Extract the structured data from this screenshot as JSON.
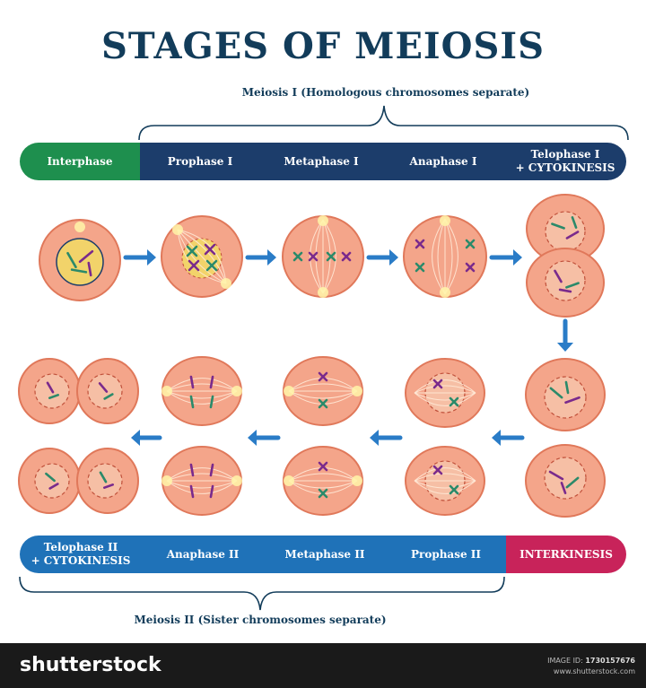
{
  "title": "STAGES OF MEIOSIS",
  "meiosis1_caption": "Meiosis I (Homologous chromosomes separate)",
  "meiosis2_caption": "Meiosis II (Sister chromosomes separate)",
  "band1": {
    "interphase": "Interphase",
    "prophase1": "Prophase I",
    "metaphase1": "Metaphase I",
    "anaphase1": "Anaphase I",
    "telophase1_line1": "Telophase I",
    "telophase1_line2": "+ CYTOKINESIS"
  },
  "band2": {
    "telophase2_line1": "Telophase II",
    "telophase2_line2": "+ CYTOKINESIS",
    "anaphase2": "Anaphase II",
    "metaphase2": "Metaphase II",
    "prophase2": "Prophase II",
    "interkinesis": "INTERKINESIS"
  },
  "colors": {
    "title": "#123c5a",
    "interphase": "#1e8f4e",
    "meiosis1": "#1c3d6b",
    "meiosis2": "#1f72b8",
    "interkinesis": "#c8235a",
    "cell_fill": "#f4a58a",
    "cell_outline": "#e0785a",
    "arrow": "#2a7cc7",
    "chrom_green": "#2b8a6a",
    "chrom_purple": "#7a2a8c"
  },
  "footer": {
    "logo": "shutterstock",
    "image_id_label": "IMAGE ID:",
    "image_id": "1730157676",
    "site": "www.shutterstock.com"
  }
}
